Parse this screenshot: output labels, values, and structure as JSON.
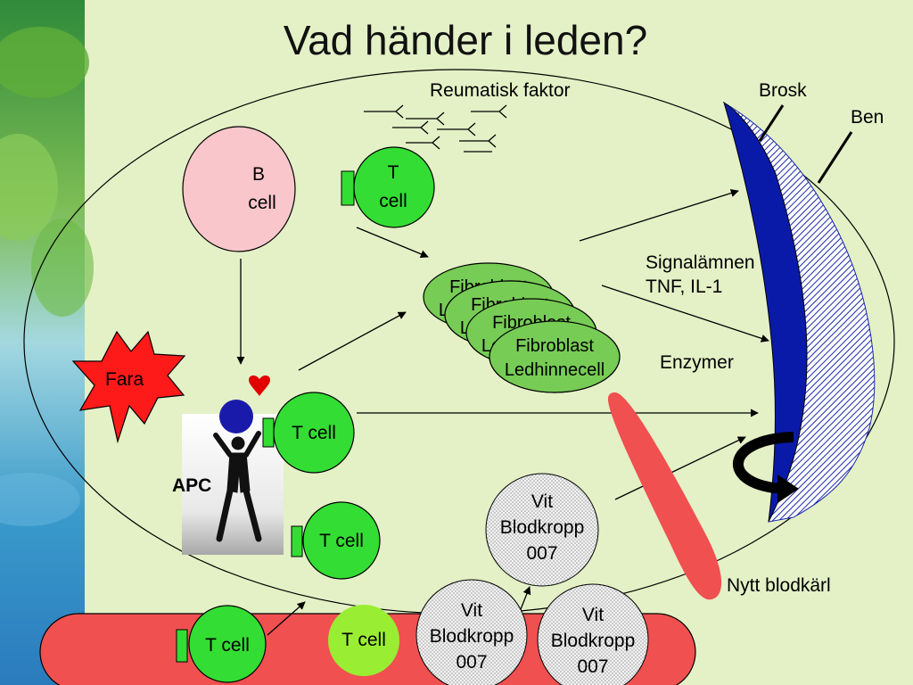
{
  "slide": {
    "title": "Vad händer i leden?"
  },
  "labels": {
    "rheumatoid_factor": "Reumatisk faktor",
    "cartilage": "Brosk",
    "bone": "Ben",
    "signal_substances": "Signalämnen",
    "tnf": "TNF, IL-1",
    "enzymes": "Enzymer",
    "new_vessel": "Nytt blodkärl",
    "danger": "Fara",
    "apc": "APC"
  },
  "cells": {
    "b_cell": {
      "line1": "B",
      "line2": "cell"
    },
    "t_cell_top": {
      "line1": "T",
      "line2": "cell"
    },
    "t_cell_apc": "T cell",
    "t_cell_lower": "T cell",
    "t_cell_vessel_left": "T cell",
    "t_cell_vessel_mid": "T cell",
    "fibroblast": {
      "line1": "Fibroblast",
      "line2": "Ledhinnecell"
    },
    "white_blood_cell": {
      "line1": "Vit",
      "line2": "Blodkropp",
      "line3": "007"
    }
  },
  "colors": {
    "background": "#e4f0c6",
    "b_cell_fill": "#f9c6cc",
    "t_cell_fill": "#33dd33",
    "receptor_fill": "#33dd33",
    "fibroblast_fill": "#77cc55",
    "cartilage_fill": "#0a1aa8",
    "blood_vessel": "#f05050",
    "danger_star": "#ff1a1a",
    "heart": "#e00000",
    "apc_dot": "#1a1aaa"
  }
}
